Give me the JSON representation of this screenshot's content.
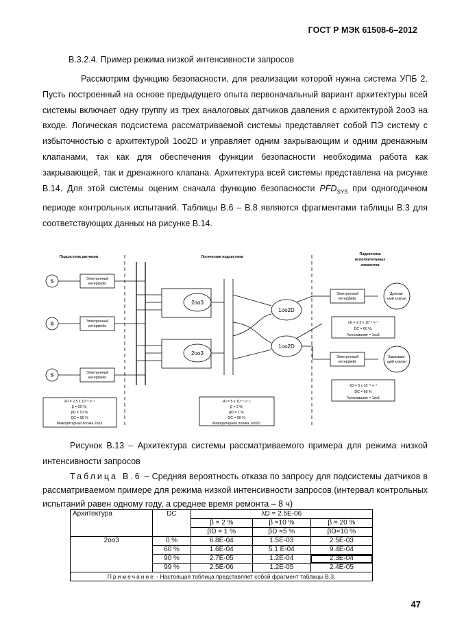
{
  "header": "ГОСТ Р МЭК 61508-6–2012",
  "section_title": "В.3.2.4. Пример режима низкой интенсивности запросов",
  "paragraph": {
    "before": "Рассмотрим функцию безопасности, для реализации которой нужна система УПБ 2. Пусть построенный на основе предыдущего опыта первоначальный вариант архитектуры всей системы включает одну группу из трех аналоговых датчиков давления с архитектурой 2oo3 на входе. Логическая подсистема рассматриваемой системы представляет собой ПЭ систему с избыточностью с архитектурой 1oo2D и управляет одним закрывающим и одним дренажным клапанами, так как для обеспечения функции безопасности необходима работа как закрывающей, так и дренажного клапана. Архитектура всей системы представлена на рисунке В.14. Для этой системы оценим сначала функцию безопасности",
    "pfd": "PFD",
    "pfd_sub": "SYS",
    "after": "при одногодичном периоде контрольных испытаний. Таблицы В.6 – В.8 являются фрагментами таблицы В.3 для соответствующих данных на рисунке В.14."
  },
  "figure": {
    "headers": {
      "sensors": "Подсистема датчиков",
      "logic": "Логическая подсистема",
      "actuators": [
        "Подсистема",
        "исполнительных",
        "элементов"
      ]
    },
    "sensor_label": "S",
    "interface_lines": [
      "Электронный",
      "интерфейс"
    ],
    "vote_2oo3": "2oo3",
    "vote_1oo2d": "1oo2D",
    "valve1": [
      "Дренаж-",
      "ный клапан"
    ],
    "valve2": [
      "Закрываю-",
      "щий клапан"
    ],
    "sensor_params": [
      "λD = 2,5 x 10⁻⁶ ч⁻¹",
      "β = 20 %;",
      "βD = 10 %",
      "DC = 99 %",
      "Мажоритарная логика 2oo3"
    ],
    "logic_params": [
      "λD = 5 x 10⁻⁶ ч⁻¹;",
      "β = 2 %",
      "βD = 1 %",
      "DC = 99 %",
      "Мажоритарная логика 1oo2D"
    ],
    "act_params_1": [
      "λD = 2,5 x 10⁻⁶ ч⁻¹",
      "DC = 60 %,",
      "Голосование = 1oo1"
    ],
    "act_params_2": [
      "λD = 5 x 10⁻⁶ ч⁻¹",
      "DC = 60 %",
      "Голосование = 1oo1"
    ]
  },
  "caption": "Рисунок В.13 – Архитектура системы рассматриваемого примера для режима низкой интенсивности запросов",
  "table_title": {
    "label": "Таблица В.6",
    "text": "– Средняя вероятность отказа по запросу для подсистемы датчиков в рассматриваемом примере для режима низкой интенсивности запросов (интервал контрольных испытаний равен одному году, а среднее время ремонта – 8 ч)"
  },
  "table": {
    "col_arch": "Архитектура",
    "col_dc": "DC",
    "lambda_header": "λD = 2.5E-06",
    "beta_headers": [
      {
        "b": "β = 2 %",
        "bd": "βD = 1 %"
      },
      {
        "b": "β =10 %",
        "bd": "βD =5 %"
      },
      {
        "b": "β = 20 %",
        "bd": "βD=10 %"
      }
    ],
    "arch": "2oo3",
    "rows": [
      {
        "dc": "0 %",
        "v": [
          "6.8E-04",
          "1.5E-03",
          "2.5E-03"
        ]
      },
      {
        "dc": "60 %",
        "v": [
          "1.6E-04",
          "5.1 E-04",
          "9.4E-04"
        ]
      },
      {
        "dc": "90 %",
        "v": [
          "2.7E-05",
          "1.2E-04",
          "2.3E-04"
        ]
      },
      {
        "dc": "99 %",
        "v": [
          "2.5E-06",
          "1.2E-05",
          "2.4E-05"
        ]
      }
    ],
    "note_label": "Примечание",
    "note_text": "- Настоящая таблица представляет собой фрагмент таблицы В.3."
  },
  "page_number": "47"
}
